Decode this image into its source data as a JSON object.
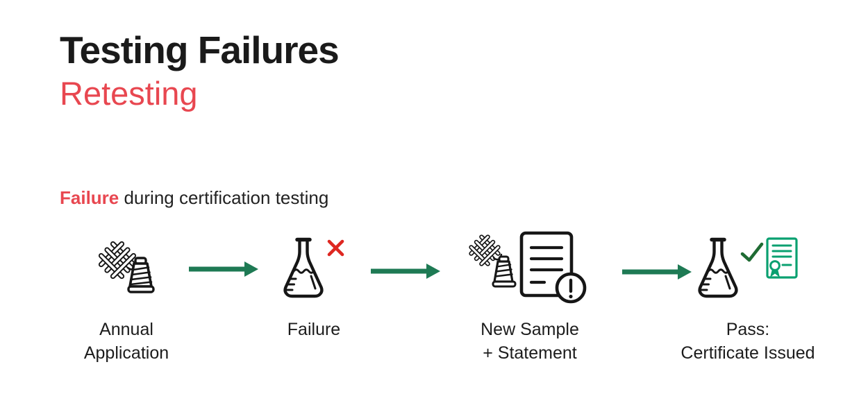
{
  "slide": {
    "title": "Testing Failures",
    "subtitle": "Retesting",
    "intro": {
      "highlight": "Failure",
      "rest": " during certification testing"
    }
  },
  "flow": {
    "steps": [
      {
        "id": "annual-application",
        "icon": "fabric-swatch-yarn-cone-icon",
        "label_line1": "Annual",
        "label_line2": "Application"
      },
      {
        "id": "failure",
        "icon": "flask-fail-x-icon",
        "label_line1": "Failure",
        "label_line2": ""
      },
      {
        "id": "new-sample-statement",
        "icon": "fabric-yarn-statement-document-icon",
        "label_line1": "New Sample",
        "label_line2": "+ Statement"
      },
      {
        "id": "pass-certificate-issued",
        "icon": "flask-pass-check-certificate-icon",
        "label_line1": "Pass:",
        "label_line2": "Certificate Issued"
      }
    ],
    "arrows": 3
  },
  "colors": {
    "text": "#1a1a1a",
    "accent_red": "#e84750",
    "fail_red": "#de2721",
    "arrow_green": "#1e7a54",
    "check_green": "#1f6b33",
    "cert_green": "#0aa070"
  }
}
